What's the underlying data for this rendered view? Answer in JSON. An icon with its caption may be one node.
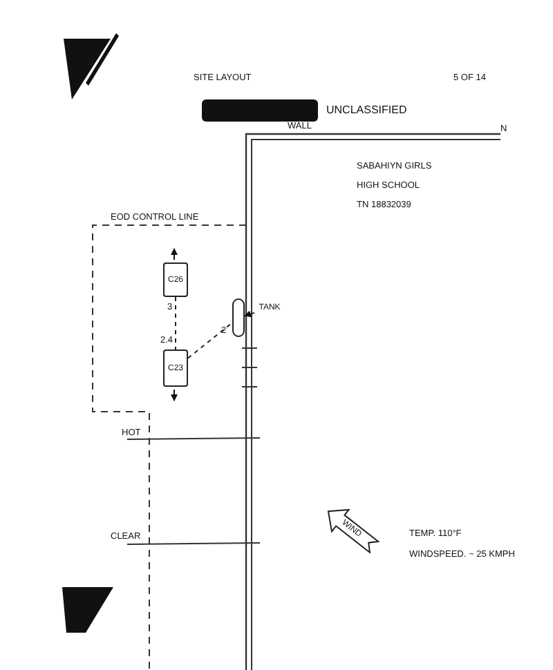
{
  "diagram": {
    "title": "SITE LAYOUT",
    "nodes": [
      {
        "text": [
          "C26"
        ]
      },
      {
        "text": [
          "C23"
        ]
      },
      {
        "text": [],
        "shape": "oval"
      },
      {
        "text": [
          "TANK"
        ]
      },
      {
        "text": [
          "WIND"
        ]
      }
    ],
    "edges": [
      {
        "from": 0,
        "to": 1,
        "arrow": "none",
        "style": "dashed"
      },
      {
        "from": 1,
        "to": 2,
        "arrow": "none",
        "style": "dashed"
      },
      {
        "from": 3,
        "to": 2,
        "arrow": "to"
      }
    ],
    "labels": [
      "5 OF 14",
      "UNCLASSIFIED",
      "WALL",
      "N",
      "SABAHIYN GIRLS",
      "HIGH SCHOOL",
      "TN 18832039",
      "EOD CONTROL LINE",
      "3",
      "2.4",
      "2",
      "HOT",
      "CLEAR",
      "TEMP. 110°F",
      "WINDSPEED. ~ 25 KMPH"
    ]
  }
}
